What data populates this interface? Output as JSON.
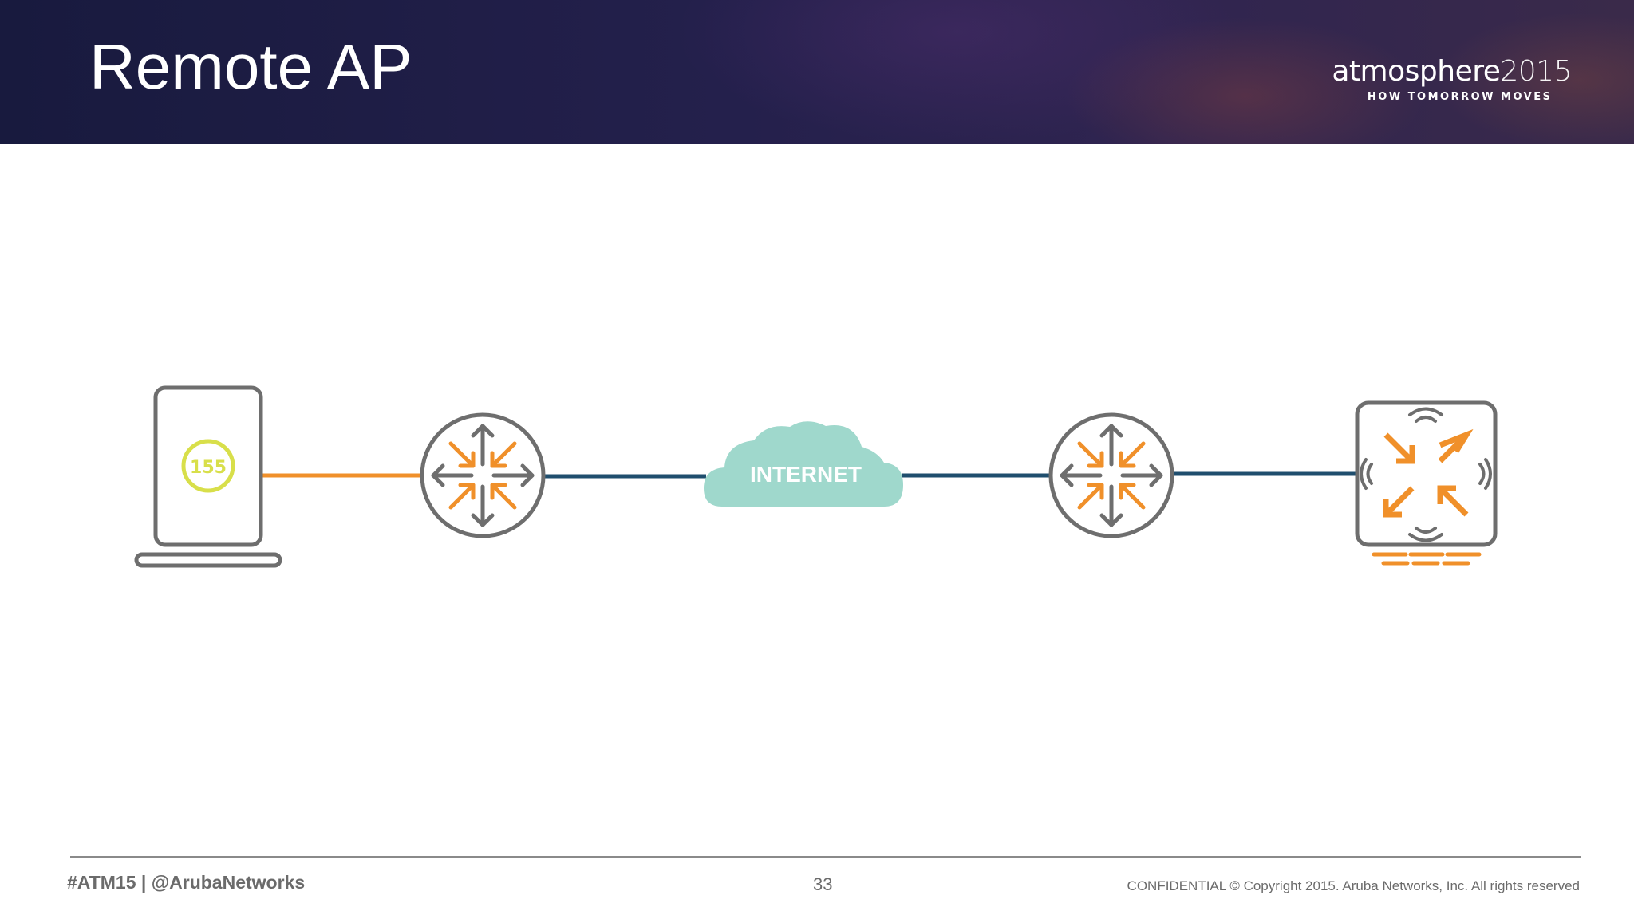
{
  "slide": {
    "title": "Remote AP",
    "page_number": "33"
  },
  "brand": {
    "name": "atmosphere",
    "year": "2015",
    "tagline": "HOW TOMORROW MOVES"
  },
  "diagram": {
    "client_badge": "155",
    "cloud_label": "INTERNET",
    "nodes": [
      {
        "name": "client-device-icon"
      },
      {
        "name": "router-icon"
      },
      {
        "name": "internet-cloud"
      },
      {
        "name": "router-icon"
      },
      {
        "name": "controller-icon"
      }
    ],
    "colors": {
      "orange": "#f0902a",
      "blue": "#1f4e6e",
      "gray": "#6e6e6e",
      "cloud": "#9fd8cc",
      "badge": "#d8df4a"
    }
  },
  "footer": {
    "hashtag": "#ATM15 | @ArubaNetworks",
    "copyright": "CONFIDENTIAL © Copyright 2015. Aruba Networks, Inc. All rights reserved"
  }
}
